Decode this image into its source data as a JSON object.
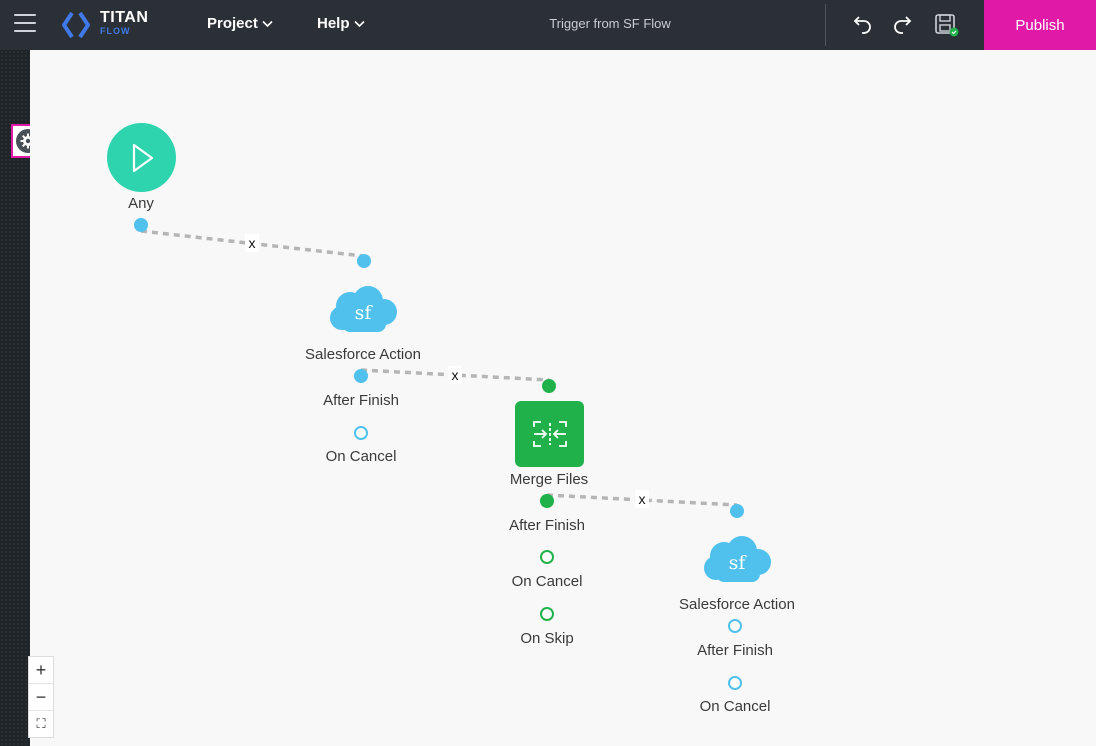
{
  "app": {
    "logo_title": "TITAN",
    "logo_sub": "FLOW"
  },
  "header": {
    "menus": [
      {
        "label": "Project"
      },
      {
        "label": "Help"
      }
    ],
    "title": "Trigger from SF Flow",
    "publish_label": "Publish",
    "icons": [
      "menu-icon",
      "undo-icon",
      "redo-icon",
      "save-icon"
    ]
  },
  "colors": {
    "accent": "#e01aa7",
    "topbar": "#2b3036",
    "start": "#2ed4ae",
    "salesforce": "#4fc1ec",
    "merge": "#21b14b"
  },
  "flow": {
    "start": {
      "label": "Any"
    },
    "sf_action_1": {
      "icon_text": "sf",
      "label": "Salesforce Action",
      "ports": [
        "After Finish",
        "On Cancel"
      ]
    },
    "merge": {
      "label": "Merge Files",
      "ports": [
        "After Finish",
        "On Cancel",
        "On Skip"
      ]
    },
    "sf_action_2": {
      "icon_text": "sf",
      "label": "Salesforce Action",
      "ports": [
        "After Finish",
        "On Cancel"
      ]
    },
    "delete_edge_label": "x"
  },
  "zoom": {
    "in": "+",
    "out": "−",
    "fit": "⛶"
  }
}
